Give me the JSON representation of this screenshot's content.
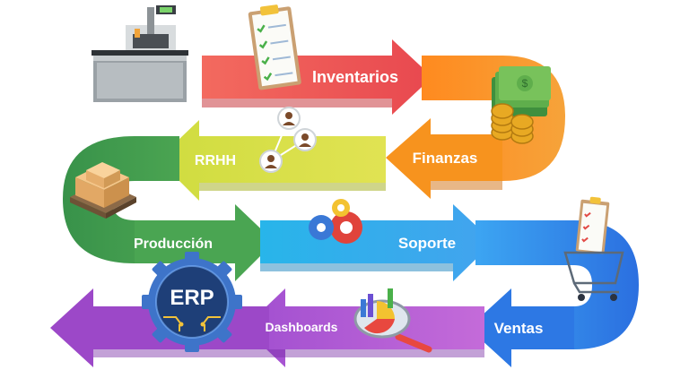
{
  "diagram": {
    "stages": [
      {
        "label": "Inventarios",
        "color": "#f0595a"
      },
      {
        "label": "Finanzas",
        "color": "#f7941d"
      },
      {
        "label": "RRHH",
        "color": "#d7de3c"
      },
      {
        "label": "Producción",
        "color": "#3f9a4c"
      },
      {
        "label": "Soporte",
        "color": "#2fa8e8"
      },
      {
        "label": "Ventas",
        "color": "#2f7fe6"
      },
      {
        "label": "Dashboards",
        "color": "#b15ad8"
      }
    ],
    "center_badge": {
      "text": "ERP",
      "color": "#1e3f78"
    }
  }
}
